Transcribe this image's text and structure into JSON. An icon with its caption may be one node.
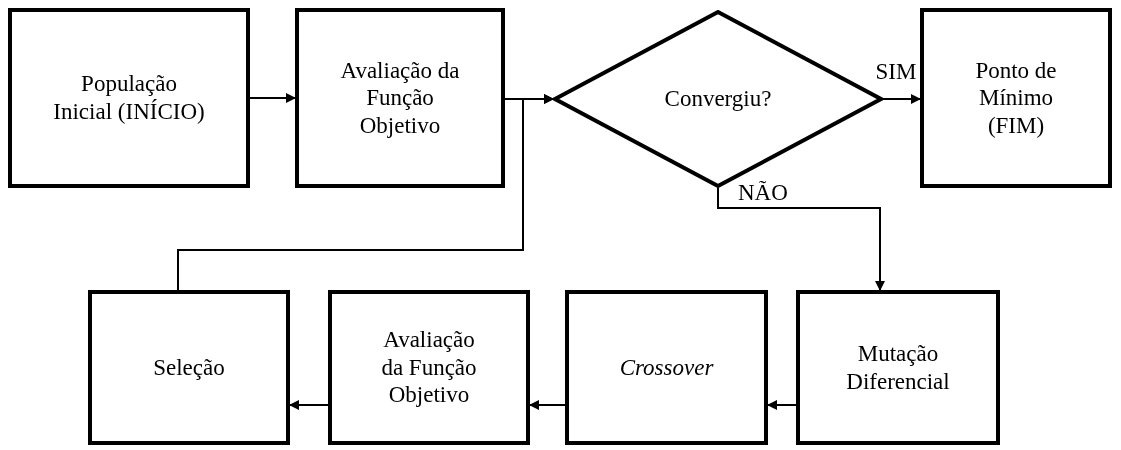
{
  "diagram": {
    "nodes": [
      {
        "text": [
          "População Inicial (INÍCIO)"
        ]
      },
      {
        "text": [
          "Avaliação da Função Objetivo"
        ]
      },
      {
        "text": [
          "Convergiu?"
        ]
      },
      {
        "text": [
          "Ponto de Mínimo (FIM)"
        ]
      },
      {
        "text": [
          "Seleção"
        ]
      },
      {
        "text": [
          "Avaliação da Função Objetivo"
        ]
      },
      {
        "text": [
          "Crossover"
        ]
      },
      {
        "text": [
          "Mutação Diferencial"
        ]
      }
    ],
    "edges": [
      {
        "from": 0,
        "to": 1,
        "arrow": "to"
      },
      {
        "from": 1,
        "to": 2,
        "arrow": "to"
      },
      {
        "from": 2,
        "to": 3,
        "label": "SIM",
        "arrow": "to"
      },
      {
        "from": 2,
        "to": 7,
        "label": "NÃO",
        "arrow": "to"
      },
      {
        "from": 7,
        "to": 6,
        "arrow": "to"
      },
      {
        "from": 6,
        "to": 5,
        "arrow": "to"
      },
      {
        "from": 5,
        "to": 4,
        "arrow": "to"
      },
      {
        "from": 4,
        "to": 2,
        "arrow": "to"
      }
    ]
  }
}
